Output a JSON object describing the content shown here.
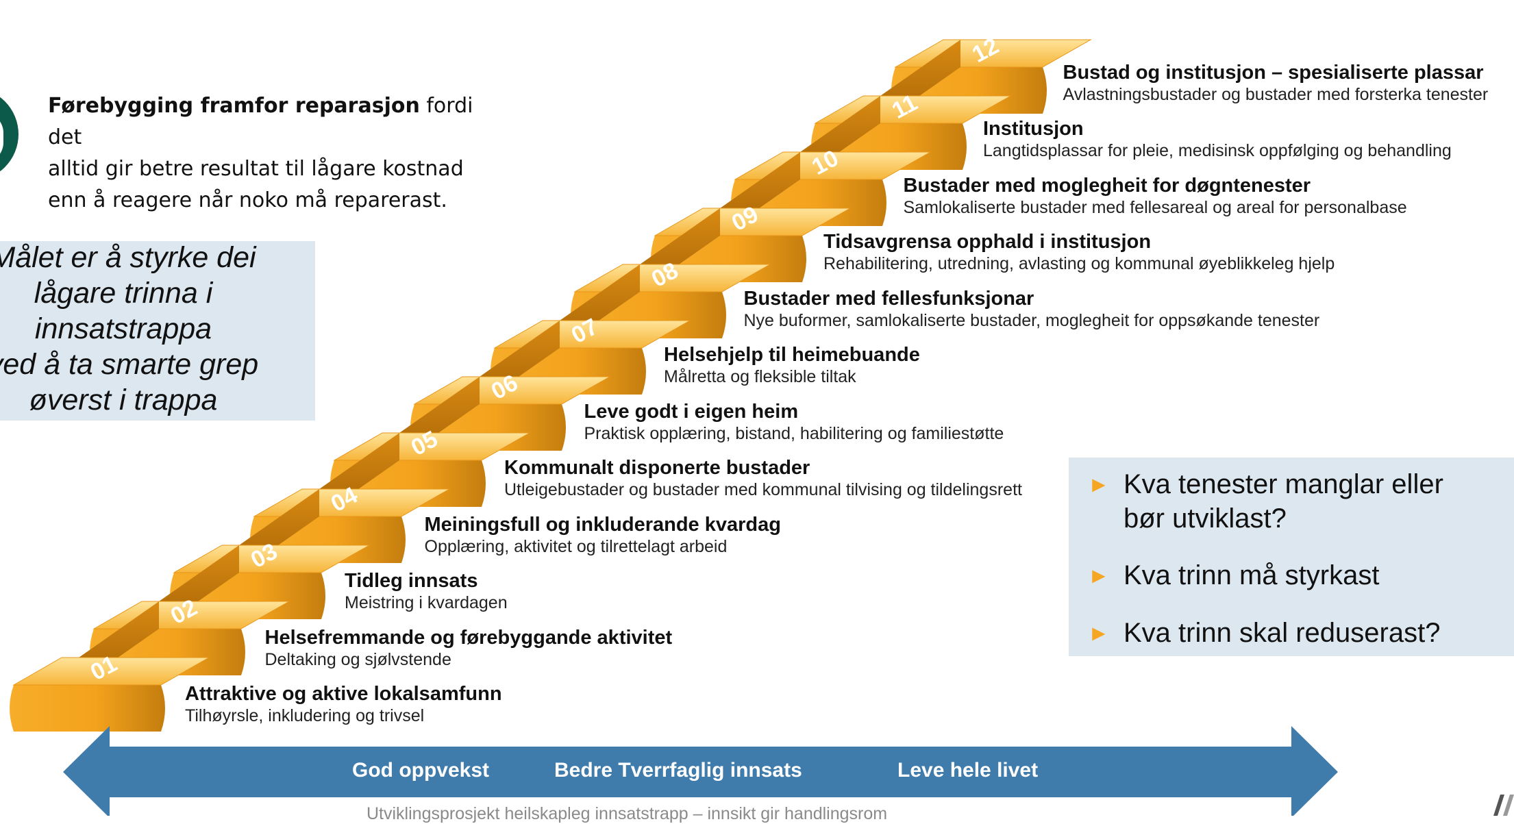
{
  "intro": {
    "bold": "Førebygging framfor reparasjon",
    "line1_rest": " fordi det",
    "line2": "alltid gir betre resultat til  lågare kostnad",
    "line3": "enn å reagere når noko må reparerast."
  },
  "goal": {
    "text": "Målet er å styrke dei\nlågare trinna i\ninnsatstrappa\nved å ta smarte grep\nøverst i trappa"
  },
  "steps": [
    {
      "number": "01",
      "title": "Attraktive og aktive lokalsamfunn",
      "subtitle": "Tilhøyrsle, inkludering og trivsel"
    },
    {
      "number": "02",
      "title": "Helsefremmande og førebyggande aktivitet",
      "subtitle": "Deltaking og sjølvstende"
    },
    {
      "number": "03",
      "title": "Tidleg innsats",
      "subtitle": "Meistring i kvardagen"
    },
    {
      "number": "04",
      "title": "Meiningsfull og inkluderande kvardag",
      "subtitle": "Opplæring, aktivitet og tilrettelagt arbeid"
    },
    {
      "number": "05",
      "title": "Kommunalt disponerte bustader",
      "subtitle": "Utleigebustader og bustader med kommunal tilvising og tildelingsrett"
    },
    {
      "number": "06",
      "title": "Leve godt i eigen heim",
      "subtitle": "Praktisk opplæring, bistand, habilitering og familiestøtte"
    },
    {
      "number": "07",
      "title": "Helsehjelp til heimebuande",
      "subtitle": "Målretta og fleksible tiltak"
    },
    {
      "number": "08",
      "title": "Bustader med fellesfunksjonar",
      "subtitle": "Nye buformer, samlokaliserte bustader, moglegheit for oppsøkande tenester"
    },
    {
      "number": "09",
      "title": "Tidsavgrensa opphald i institusjon",
      "subtitle": "Rehabilitering, utredning, avlasting og kommunal øyeblikkeleg hjelp"
    },
    {
      "number": "10",
      "title": "Bustader med moglegheit for døgntenester",
      "subtitle": "Samlokaliserte bustader med fellesareal og areal for personalbase"
    },
    {
      "number": "11",
      "title": "Institusjon",
      "subtitle": "Langtidsplassar for pleie, medisinsk oppfølging og behandling"
    },
    {
      "number": "12",
      "title": "Bustad og institusjon – spesialiserte plassar",
      "subtitle": "Avlastningsbustader og bustader med forsterka tenester"
    }
  ],
  "questions": [
    {
      "line1": "Kva tenester manglar eller",
      "line2": "bør utviklast?"
    },
    {
      "line1": "Kva trinn må styrkast",
      "line2": ""
    },
    {
      "line1": "Kva trinn skal reduserast?",
      "line2": ""
    }
  ],
  "banner": {
    "items": [
      "God oppvekst",
      "Bedre Tverrfaglig innsats",
      "Leve hele livet"
    ],
    "footer": "Utviklingsprosjekt heilskapleg innsatstrapp – innsikt gir handlingsrom"
  },
  "colors": {
    "step_orange": "#f3a21c",
    "step_light": "#ffd26a",
    "step_dark": "#b8730c",
    "arrow_blue": "#3f7cac",
    "box_blue": "#dce7f0",
    "badge_green": "#0c5a49",
    "bullet_orange": "#f5a623"
  }
}
